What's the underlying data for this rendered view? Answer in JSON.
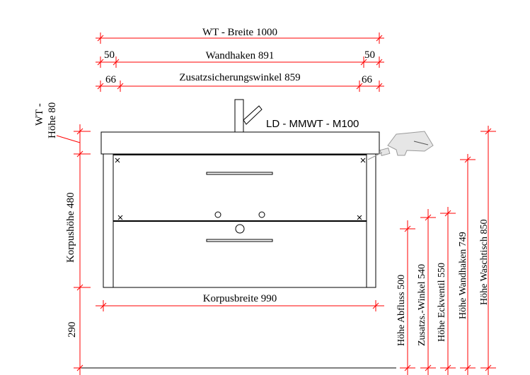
{
  "title": "LD - MMWT - M100",
  "dimensions": {
    "wt_breite": "WT - Breite  1000",
    "wandhaken": "Wandhaken  891",
    "wandhaken_left": "50",
    "wandhaken_right": "50",
    "zusatz": "Zusatzsicherungswinkel  859",
    "zusatz_left": "66",
    "zusatz_right": "66",
    "wt_hoehe_line1": "WT -",
    "wt_hoehe_line2": "Höhe  80",
    "korpushoehe": "Korpushöhe  480",
    "korpusbreite": "Korpusbreite  990",
    "sockel": "290",
    "hoehe_abfluss": "Höhe Abfluss  500",
    "hoehe_zusatz": "Zusatzs.-Winkel  540",
    "hoehe_eckventil": "Höhe Eckventil  550",
    "hoehe_wandhaken": "Höhe Wandhaken  749",
    "hoehe_waschtisch": "Höhe Waschtisch  850"
  },
  "icons": {
    "faucet": "faucet-icon",
    "drill": "drill-icon"
  },
  "colors": {
    "dimension_lines": "#ff0000",
    "outline": "#000000",
    "drill": "#b0b0b0"
  }
}
